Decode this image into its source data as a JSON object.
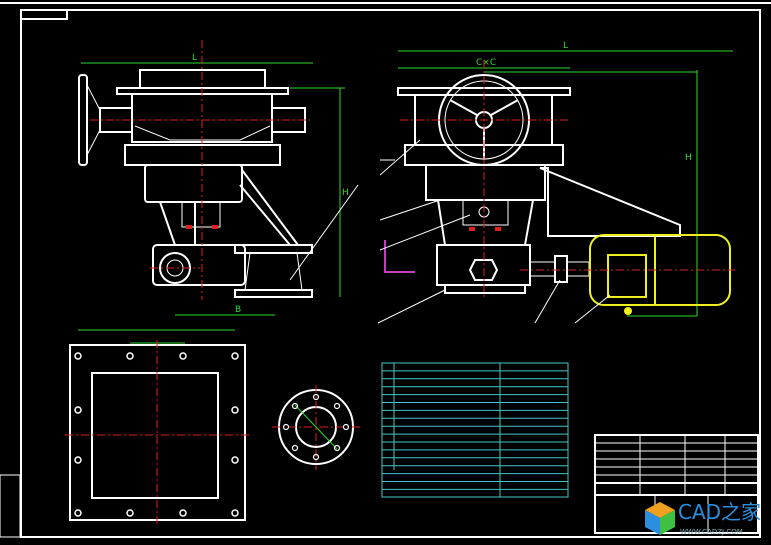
{
  "drawing": {
    "dimension_labels": {
      "overall_length": "L",
      "top_width": "C×C",
      "height": "H",
      "base_width": "B"
    },
    "colors": {
      "outline": "#ffffff",
      "centerline": "#e0201c",
      "dimension": "#2ed82e",
      "motor": "#f0f020",
      "table": "#40c8c8"
    }
  },
  "watermark": {
    "brand": "CAD之家",
    "url": "WWW.CADZJ.COM"
  }
}
